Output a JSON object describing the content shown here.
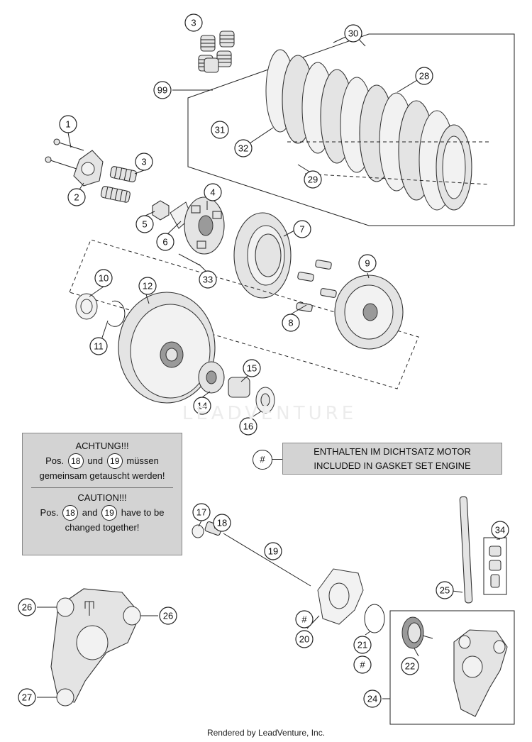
{
  "callouts": {
    "c1": "1",
    "c2": "2",
    "c3a": "3",
    "c3b": "3",
    "c4": "4",
    "c5": "5",
    "c6": "6",
    "c7": "7",
    "c8": "8",
    "c9": "9",
    "c10": "10",
    "c11": "11",
    "c12": "12",
    "c14": "14",
    "c15": "15",
    "c16": "16",
    "c17": "17",
    "c18": "18",
    "c19": "19",
    "c20": "20",
    "c20hash": "#",
    "c21": "21",
    "c21hash": "#",
    "c22": "22",
    "c24": "24",
    "c25": "25",
    "c26a": "26",
    "c26b": "26",
    "c27": "27",
    "c28": "28",
    "c29": "29",
    "c30": "30",
    "c31": "31",
    "c32": "32",
    "c33": "33",
    "c34": "34",
    "c99": "99"
  },
  "note": {
    "de_title": "ACHTUNG!!!",
    "de_line1_pre": "Pos.",
    "ref_a": "18",
    "de_line1_mid": "und",
    "ref_b": "19",
    "de_line1_post": "müssen",
    "de_line2": "gemeinsam getauscht werden!",
    "en_title": "CAUTION!!!",
    "en_line1_pre": "Pos.",
    "en_line1_mid": "and",
    "en_line1_post": "have to be",
    "en_line2": "changed together!"
  },
  "legend": {
    "symbol": "#",
    "line1": "ENTHALTEN IM DICHTSATZ MOTOR",
    "line2": "INCLUDED IN GASKET SET ENGINE"
  },
  "watermark": "LEADVENTURE",
  "footer": "Rendered by LeadVenture, Inc.",
  "icons": {
    "cover_logo": "jl-logo-icon",
    "watermark_logo": "flame-logo-icon"
  }
}
